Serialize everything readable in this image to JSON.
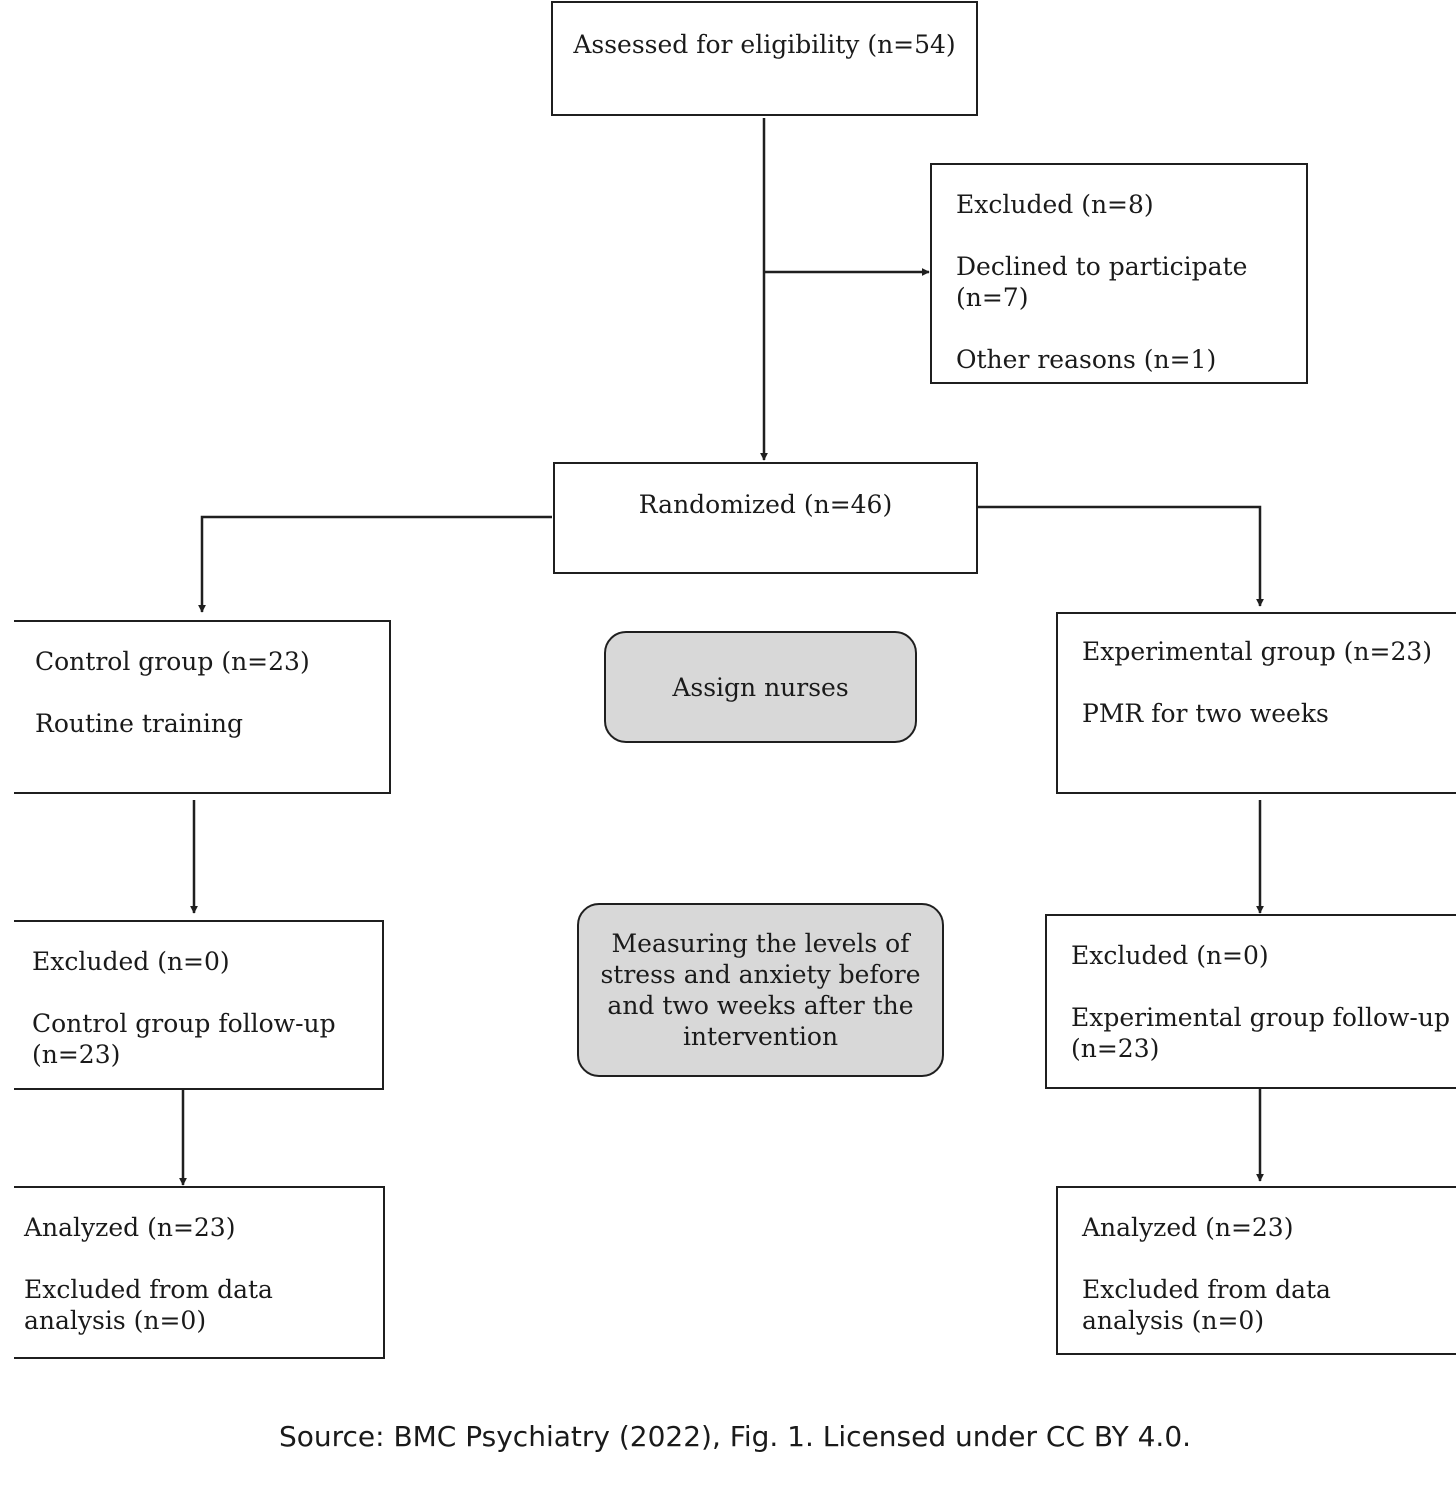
{
  "nodes": {
    "assessed": {
      "text": "Assessed for eligibility (n=54)"
    },
    "excluded_top": {
      "line1": "Excluded (n=8)",
      "line2": "Declined to participate (n=7)",
      "line3": "Other reasons (n=1)"
    },
    "randomized": {
      "text": "Randomized (n=46)"
    },
    "control": {
      "line1": "Control group (n=23)",
      "line2": "Routine training"
    },
    "assign": {
      "text": "Assign nurses"
    },
    "experimental": {
      "line1": "Experimental group (n=23)",
      "line2": "PMR for two weeks"
    },
    "control_followup": {
      "line1": "Excluded (n=0)",
      "line2": "Control group follow-up (n=23)"
    },
    "measuring": {
      "text": "Measuring the levels of stress and anxiety before and two weeks after the intervention"
    },
    "exp_followup": {
      "line1": "Excluded (n=0)",
      "line2": "Experimental group follow-up (n=23)"
    },
    "control_analyzed": {
      "line1": "Analyzed (n=23)",
      "line2": "Excluded from data analysis (n=0)"
    },
    "exp_analyzed": {
      "line1": "Analyzed (n=23)",
      "line2": "Excluded from data analysis (n=0)"
    }
  },
  "source": "Source: BMC Psychiatry (2022), Fig. 1. Licensed under CC BY 4.0.",
  "colors": {
    "stroke": "#1f1f1f",
    "process_fill": "#d8d8d8"
  }
}
